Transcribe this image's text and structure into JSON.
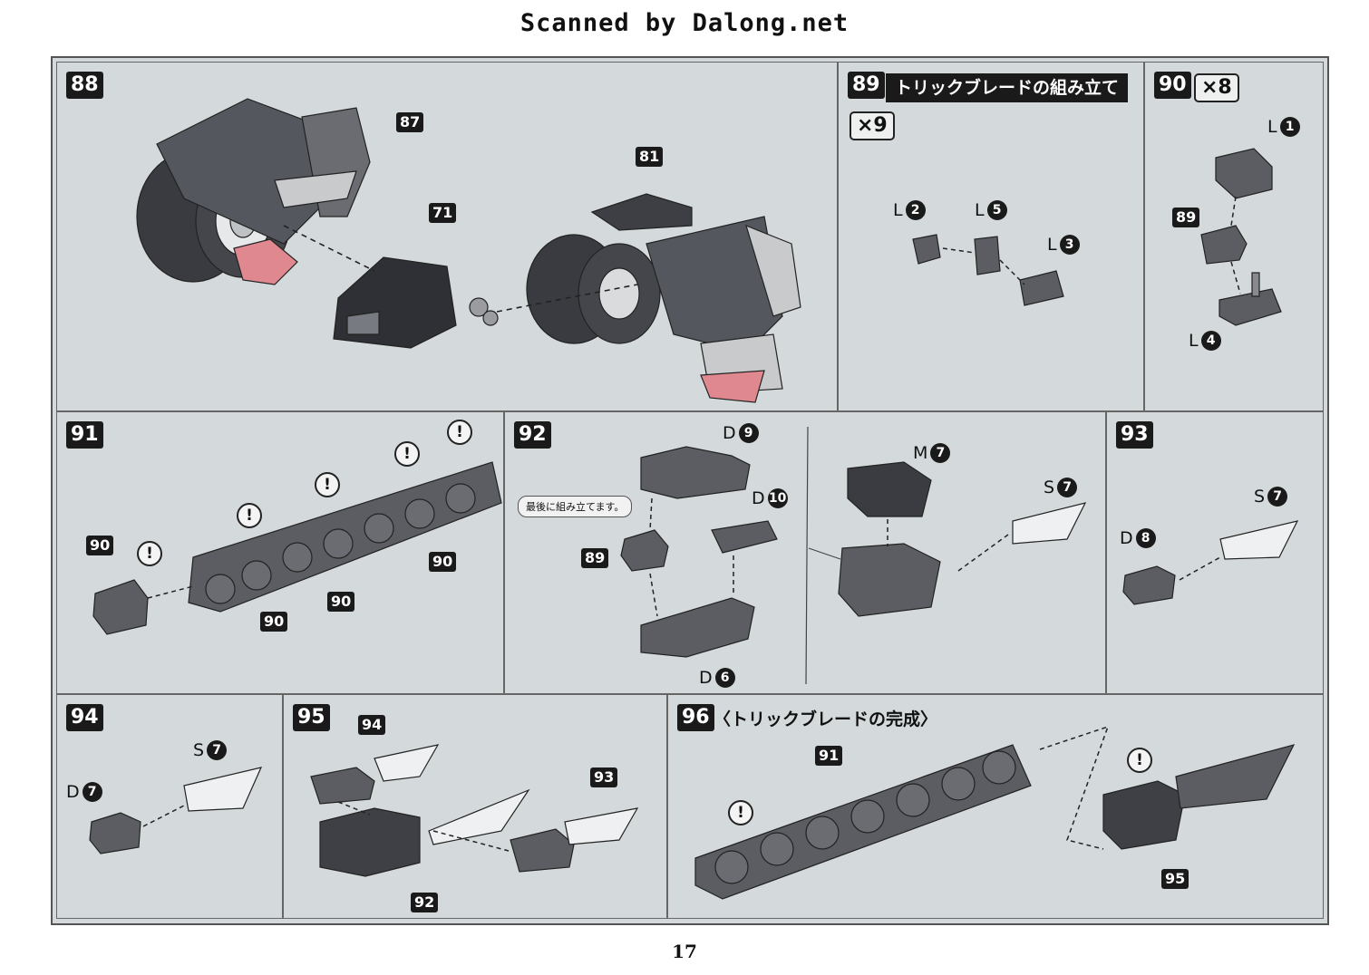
{
  "header": "Scanned by Dalong.net",
  "page_number": "17",
  "caution_mark": "!",
  "panels": {
    "p88": {
      "step": "88",
      "refs": [
        "87",
        "71",
        "81"
      ]
    },
    "p89": {
      "step": "89",
      "title": "トリックブレードの組み立て",
      "multiplier": "×9",
      "parts": [
        {
          "letter": "L",
          "num": "2"
        },
        {
          "letter": "L",
          "num": "5"
        },
        {
          "letter": "L",
          "num": "3"
        }
      ]
    },
    "p90": {
      "step": "90",
      "multiplier": "×8",
      "refs": [
        "89"
      ],
      "parts": [
        {
          "letter": "L",
          "num": "1"
        },
        {
          "letter": "L",
          "num": "4"
        }
      ]
    },
    "p91": {
      "step": "91",
      "refs": [
        "90",
        "90",
        "90",
        "90"
      ]
    },
    "p92": {
      "step": "92",
      "note": "最後に組み立てます。",
      "refs": [
        "89"
      ],
      "parts": [
        {
          "letter": "D",
          "num": "9"
        },
        {
          "letter": "D",
          "num": "10"
        },
        {
          "letter": "D",
          "num": "6"
        },
        {
          "letter": "M",
          "num": "7"
        },
        {
          "letter": "S",
          "num": "7"
        }
      ]
    },
    "p93": {
      "step": "93",
      "parts": [
        {
          "letter": "S",
          "num": "7"
        },
        {
          "letter": "D",
          "num": "8"
        }
      ]
    },
    "p94": {
      "step": "94",
      "parts": [
        {
          "letter": "S",
          "num": "7"
        },
        {
          "letter": "D",
          "num": "7"
        }
      ]
    },
    "p95": {
      "step": "95",
      "refs": [
        "94",
        "93",
        "92"
      ]
    },
    "p96": {
      "step": "96",
      "title": "〈トリックブレードの完成〉",
      "refs": [
        "91",
        "95"
      ]
    }
  }
}
